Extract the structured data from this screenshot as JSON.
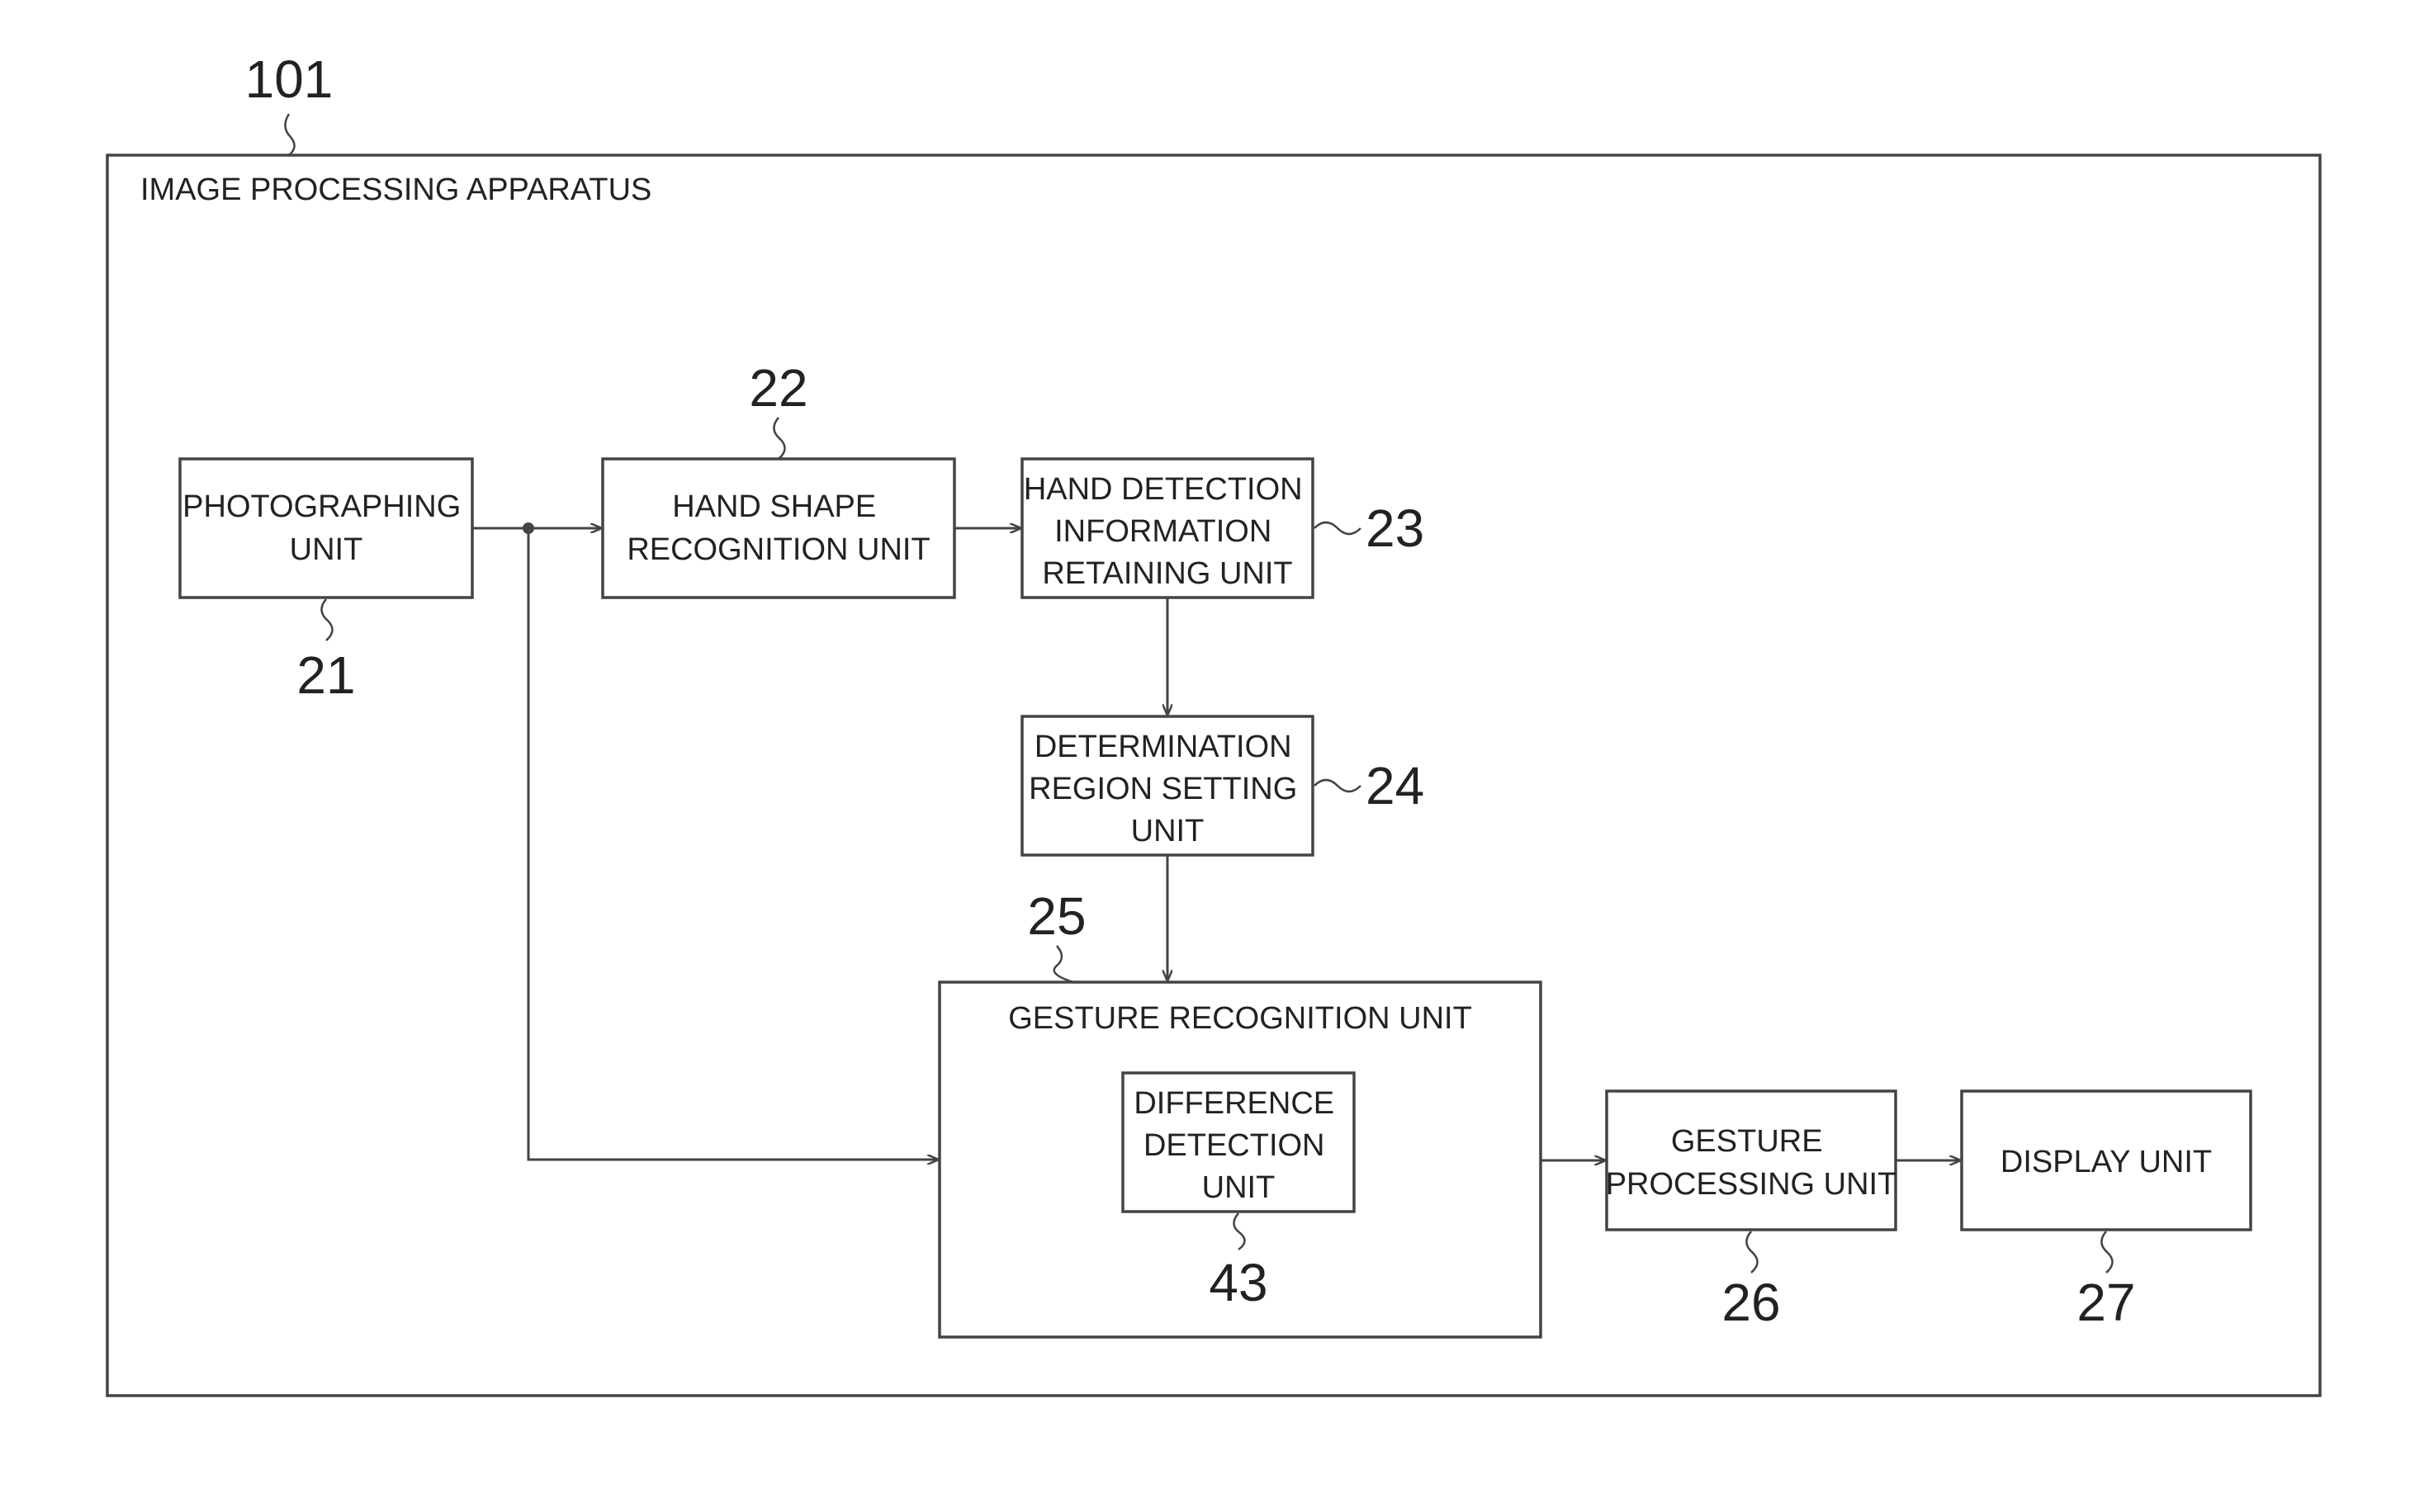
{
  "apparatus": {
    "ref": "101",
    "label": "IMAGE PROCESSING APPARATUS"
  },
  "blocks": {
    "photographing": {
      "lines": [
        "PHOTOGRAPHING",
        "UNIT"
      ],
      "ref": "21"
    },
    "hand_shape": {
      "lines": [
        "HAND SHAPE",
        "RECOGNITION UNIT"
      ],
      "ref": "22"
    },
    "hand_detection": {
      "lines": [
        "HAND DETECTION",
        "INFORMATION",
        "RETAINING UNIT"
      ],
      "ref": "23"
    },
    "determination": {
      "lines": [
        "DETERMINATION",
        "REGION SETTING",
        "UNIT"
      ],
      "ref": "24"
    },
    "gesture_recognition": {
      "label": "GESTURE RECOGNITION UNIT",
      "ref": "25"
    },
    "difference_detection": {
      "lines": [
        "DIFFERENCE",
        "DETECTION",
        "UNIT"
      ],
      "ref": "43"
    },
    "gesture_processing": {
      "lines": [
        "GESTURE",
        "PROCESSING UNIT"
      ],
      "ref": "26"
    },
    "display": {
      "label": "DISPLAY UNIT",
      "ref": "27"
    }
  }
}
